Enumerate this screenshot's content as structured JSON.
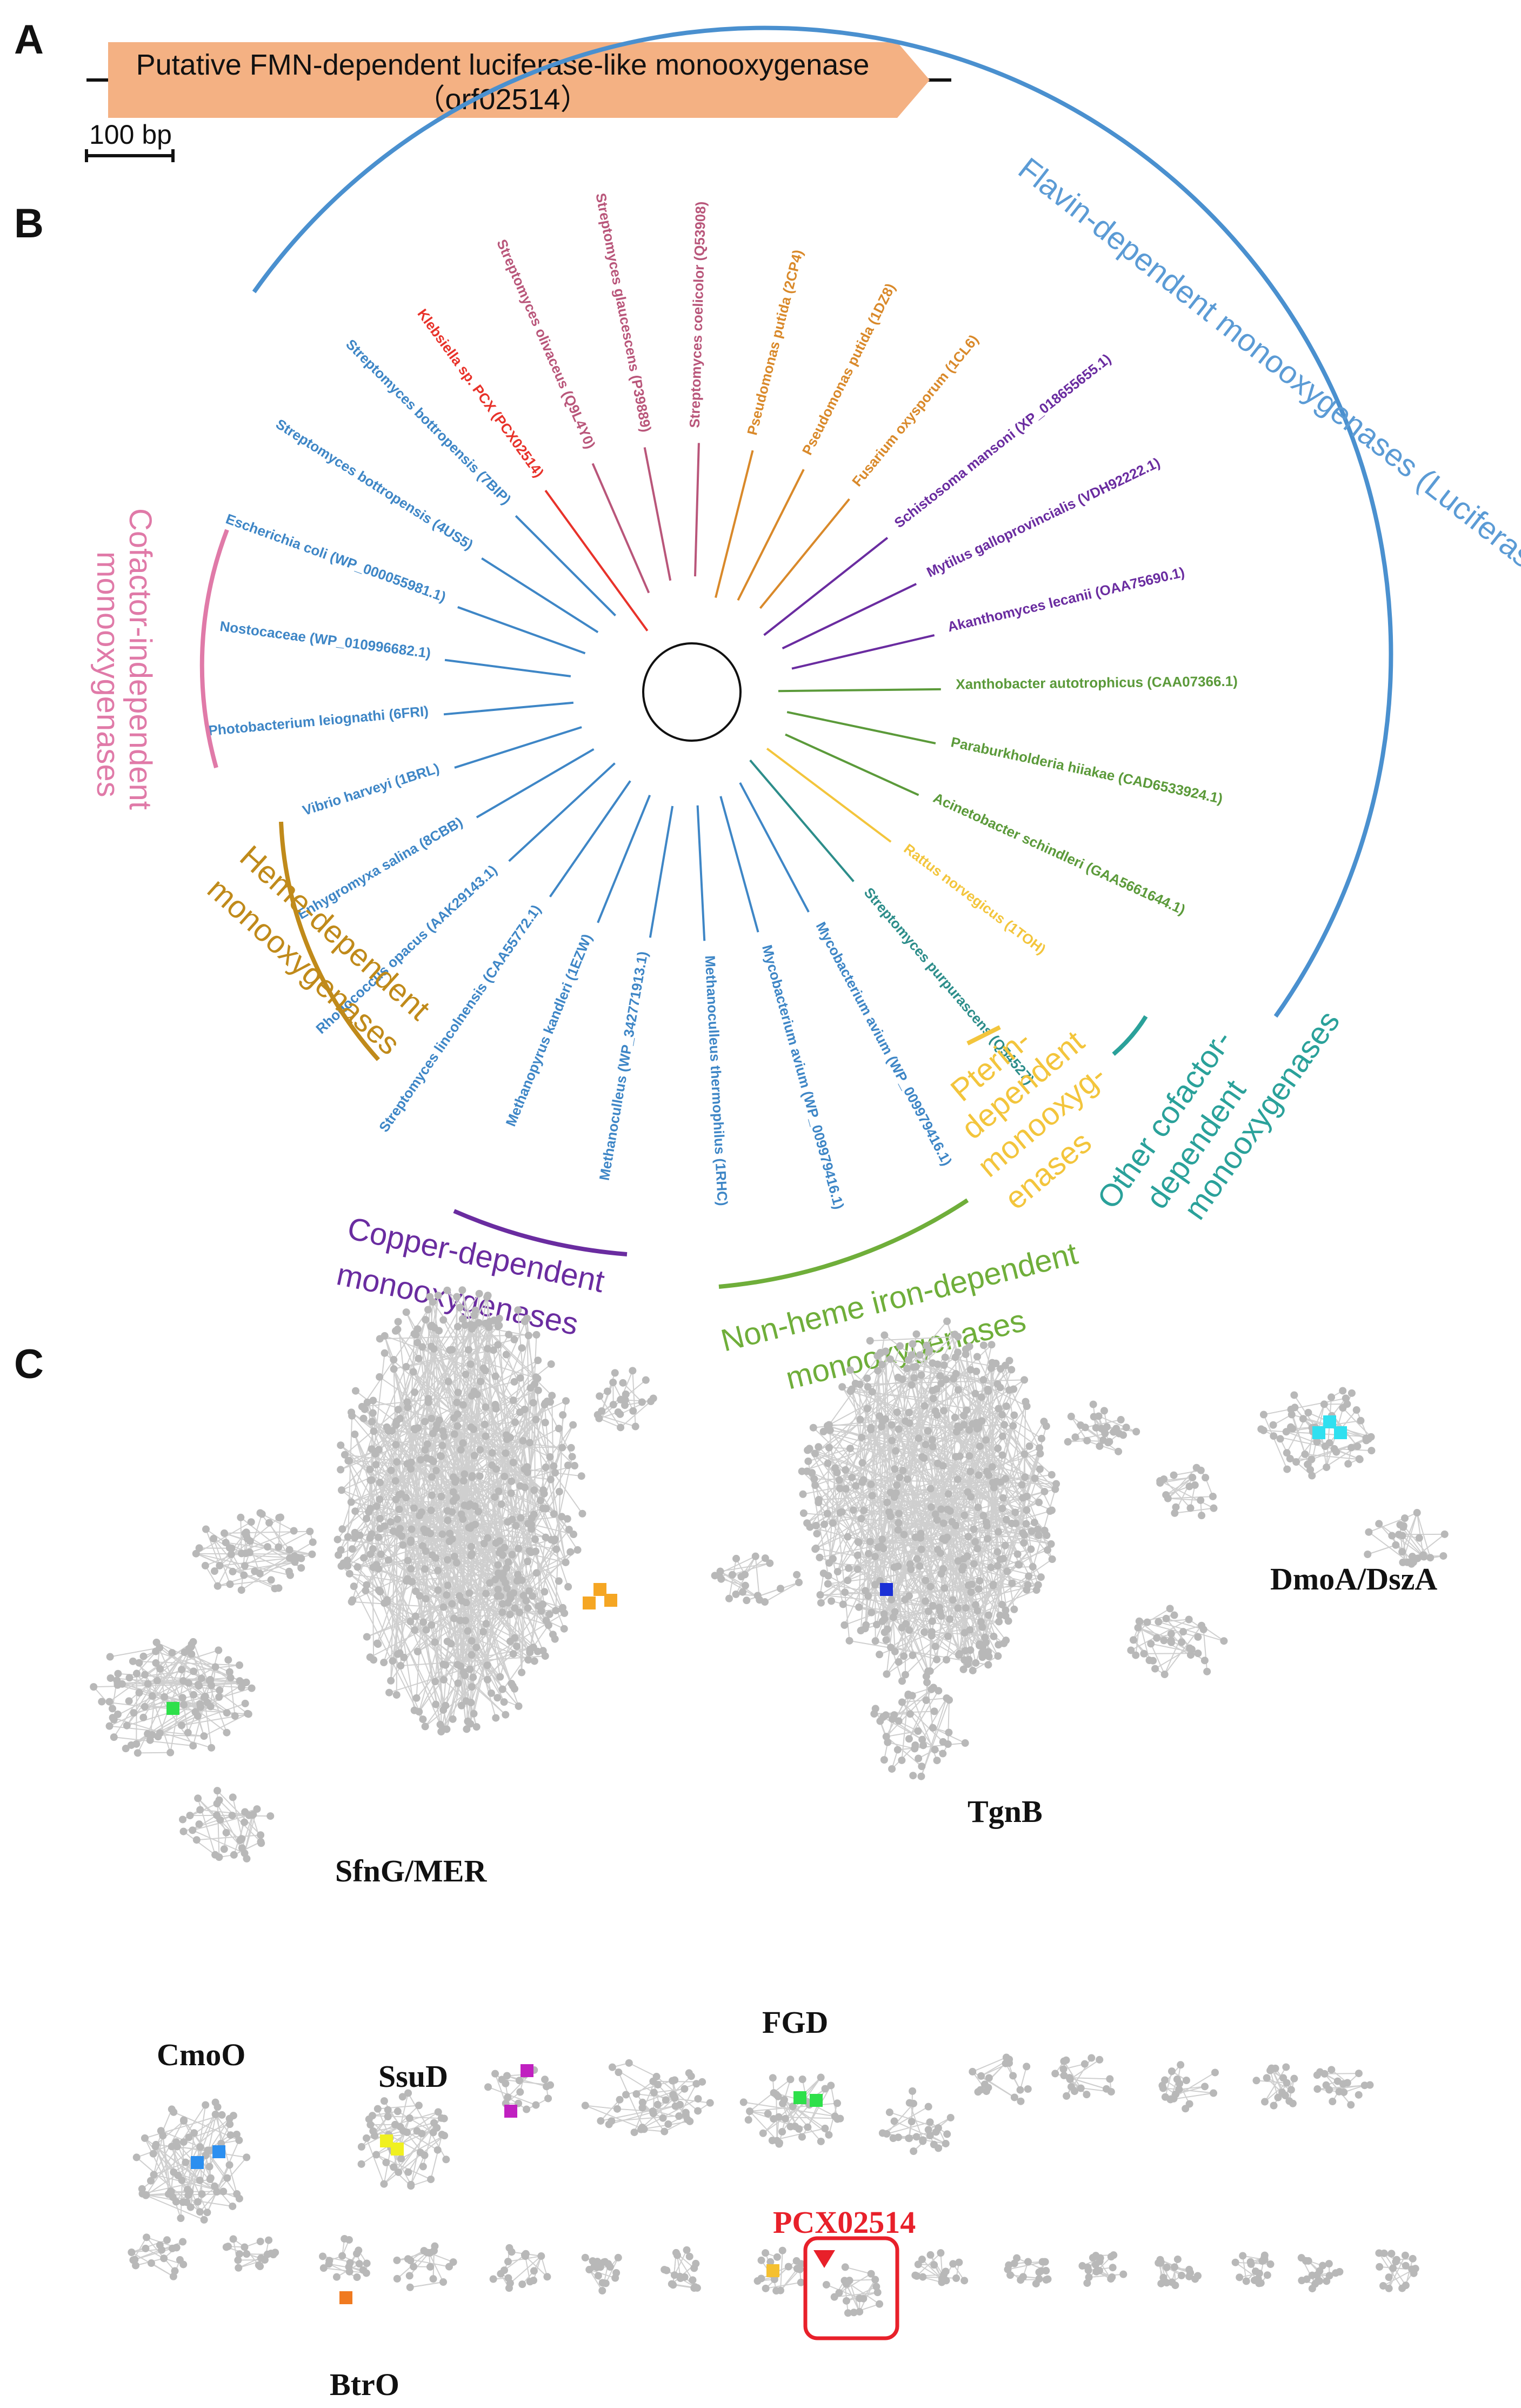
{
  "panels": {
    "a": "A",
    "b": "B",
    "c": "C"
  },
  "panel_a": {
    "gene_name": "Putative FMN-dependent luciferase-like monooxygenase",
    "gene_id": "（orf02514）",
    "scale_label": "100 bp",
    "gene_color": "#f4b183"
  },
  "panel_b": {
    "clades": {
      "flavin": "Flavin-dependent monooxygenases (Luciferases)",
      "cofactor_indep_1": "Cofactor-independent",
      "cofactor_indep_2": "monooxygenases",
      "heme_1": "Heme-dependent",
      "heme_2": "monooxygenases",
      "copper_1": "Copper-dependent",
      "copper_2": "monooxygenases",
      "nonheme_1": "Non-heme iron-dependent",
      "nonheme_2": "monooxygenases",
      "pterin_1": "Pterin-",
      "pterin_2": "dependent",
      "pterin_3": "monooxyg-",
      "pterin_4": "enases",
      "other_1": "Other cofactor-",
      "other_2": "dependent",
      "other_3": "monooxygenases"
    },
    "leaves": [
      {
        "label": "Klebsiella sp. PCX (PCX02514)",
        "color": "#e8322a"
      },
      {
        "label": "Streptomyces olivaceus (Q9L4Y0)",
        "color": "#b9567a"
      },
      {
        "label": "Streptomyces glaucescens (P39889)",
        "color": "#b9567a"
      },
      {
        "label": "Streptomyces coelicolor (Q53908)",
        "color": "#b9567a"
      },
      {
        "label": "Pseudomonas putida (2CP4)",
        "color": "#d9892a"
      },
      {
        "label": "Pseudomonas putida (1DZ8)",
        "color": "#d9892a"
      },
      {
        "label": "Fusarium oxysporum (1CL6)",
        "color": "#d9892a"
      },
      {
        "label": "Schistosoma mansoni (XP_018655655.1)",
        "color": "#6a2ca0"
      },
      {
        "label": "Mytilus galloprovincialis (VDH92222.1)",
        "color": "#6a2ca0"
      },
      {
        "label": "Akanthomyces lecanii (OAA75690.1)",
        "color": "#6a2ca0"
      },
      {
        "label": "Xanthobacter autotrophicus (CAA07366.1)",
        "color": "#5b9a3a"
      },
      {
        "label": "Paraburkholderia hiiakae (CAD6533924.1)",
        "color": "#5b9a3a"
      },
      {
        "label": "Acinetobacter schindleri (GAA5661644.1)",
        "color": "#5b9a3a"
      },
      {
        "label": "Rattus norvegicus (1TOH)",
        "color": "#f3c53c"
      },
      {
        "label": "Streptomyces purpurascens (Q54527)",
        "color": "#2c8d8a"
      },
      {
        "label": "Mycobacterium avium (WP_009979416.1)",
        "color": "#3e86c6"
      },
      {
        "label": "Mycobacterium avium (WP_009979416.1)",
        "color": "#3e86c6"
      },
      {
        "label": "Methanoculleus thermophilus (1RHC)",
        "color": "#3e86c6"
      },
      {
        "label": "Methanoculleus (WP_342771913.1)",
        "color": "#3e86c6"
      },
      {
        "label": "Methanopyrus kandleri (1EZW)",
        "color": "#3e86c6"
      },
      {
        "label": "Streptomyces lincolnensis (CAA55772.1)",
        "color": "#3e86c6"
      },
      {
        "label": "Rhodococcus opacus (AAK29143.1)",
        "color": "#3e86c6"
      },
      {
        "label": "Enhygromyxa salina (8CBB)",
        "color": "#3e86c6"
      },
      {
        "label": "Vibrio harveyi (1BRL)",
        "color": "#3e86c6"
      },
      {
        "label": "Photobacterium leiognathi (6FRI)",
        "color": "#3e86c6"
      },
      {
        "label": "Nostocaceae (WP_010996682.1)",
        "color": "#3e86c6"
      },
      {
        "label": "Escherichia coli (WP_000055981.1)",
        "color": "#3e86c6"
      },
      {
        "label": "Streptomyces bottropensis (4US5)",
        "color": "#3e86c6"
      },
      {
        "label": "Streptomyces bottropensis (7BIP)",
        "color": "#3e86c6"
      }
    ]
  },
  "panel_c": {
    "labels": {
      "sfng": "SfnG/MER",
      "tgnb": "TgnB",
      "dmoa": "DmoA/DszA",
      "cmoo": "CmoO",
      "ssud": "SsuD",
      "fgd": "FGD",
      "btro": "BtrO",
      "pcx": "PCX02514"
    },
    "highlight_color": "#e8202a",
    "node_color": "#b8b8b8"
  }
}
